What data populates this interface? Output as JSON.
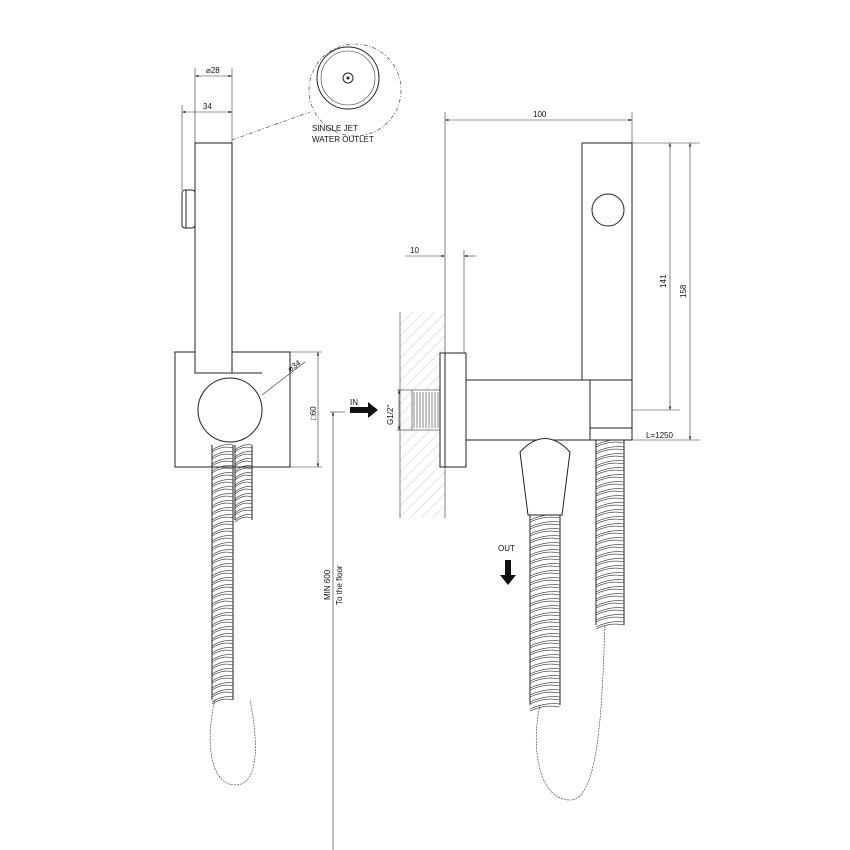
{
  "labels": {
    "dia28": "⌀28",
    "w34": "34",
    "outlet_line1": "SINGLE JET",
    "outlet_line2": "WATER OUTLET",
    "dia34": "⌀34",
    "sq60": "□60",
    "min600": "MIN 600",
    "to_floor": "To the floor",
    "in": "IN",
    "thread": "G1/2\"",
    "w100": "100",
    "w10": "10",
    "h141": "141",
    "h158": "158",
    "hose_length": "L=1250",
    "out": "OUT"
  },
  "colors": {
    "line": "#222222",
    "background": "#ffffff"
  }
}
